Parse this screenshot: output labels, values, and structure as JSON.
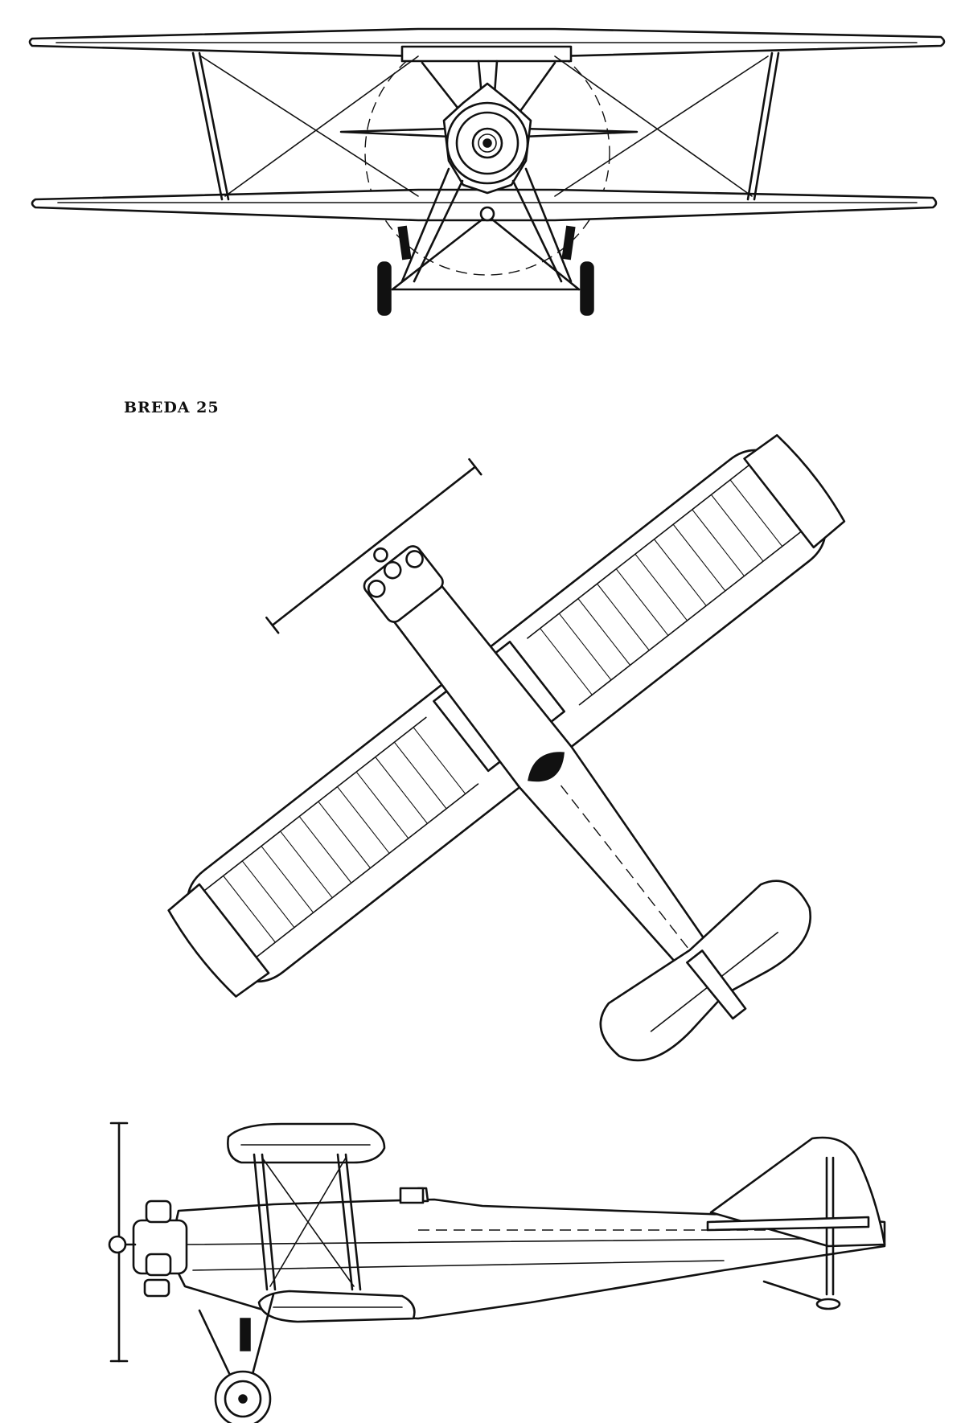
{
  "title": "BREDA 25",
  "views": [
    {
      "id": "front"
    },
    {
      "id": "plan"
    },
    {
      "id": "side"
    }
  ]
}
